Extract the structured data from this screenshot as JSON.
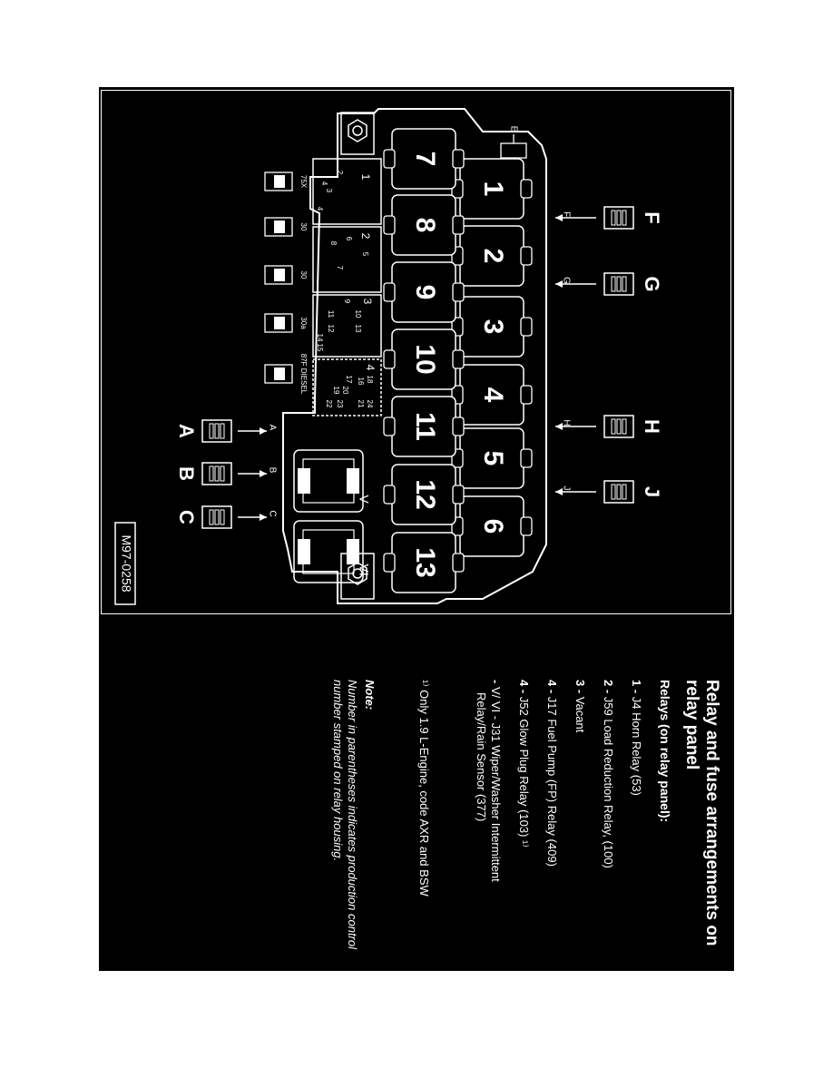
{
  "diagram": {
    "figure_code": "M97-0258",
    "relay_slots": [
      "1",
      "2",
      "3",
      "4",
      "5",
      "6",
      "7",
      "8",
      "9",
      "10",
      "11",
      "12",
      "13"
    ],
    "connectors_top": [
      "F",
      "G",
      "H",
      "J"
    ],
    "connectors_bottom": [
      "A",
      "B",
      "C"
    ],
    "connector_E": "E",
    "sockets": [
      "V",
      "VI"
    ],
    "terminal_labels": [
      "75X",
      "30",
      "30",
      "30a",
      "87F DIESEL"
    ],
    "fuse_block_numbers": {
      "block1": [
        "1",
        "2",
        "3",
        "4"
      ],
      "block2": [
        "2",
        "5",
        "6",
        "7",
        "8"
      ],
      "block3": [
        "3",
        "9",
        "10",
        "11",
        "12",
        "13",
        "14",
        "15"
      ],
      "block4": [
        "4",
        "16",
        "17",
        "18",
        "19",
        "20",
        "21",
        "22",
        "23",
        "24"
      ]
    }
  },
  "text": {
    "title": "Relay and fuse arrangements on relay panel",
    "subhead": "Relays (on relay panel):",
    "items": [
      {
        "num": "1 -",
        "text": " J4 Horn Relay (53)"
      },
      {
        "num": "2 -",
        "text": " J59 Load Reduction Relay, (100)"
      },
      {
        "num": "3 -",
        "text": " Vacant"
      },
      {
        "num": "4 -",
        "text": " J17 Fuel Pump (FP) Relay (409)"
      },
      {
        "num": "4 -",
        "text": " J52 Glow Plug Relay (103) ¹⁾"
      },
      {
        "num": "-",
        "text": " V/ VI - J31 Wiper/Washer Intermittent"
      },
      {
        "num": "",
        "text": "Relay/Rain Sensor (377)"
      }
    ],
    "footnote": "¹⁾ Only 1.9 L-Engine, code AXR and BSW",
    "note_heading": "Note:",
    "note_body": "Number in parentheses indicates production control number stamped on relay housing."
  }
}
